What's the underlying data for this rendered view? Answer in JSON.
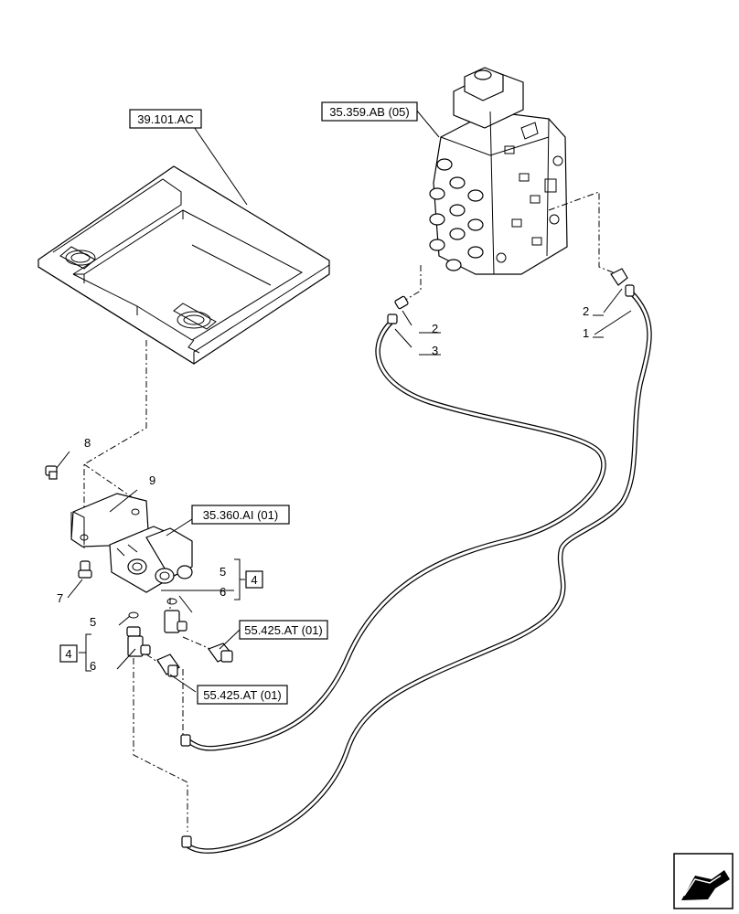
{
  "refs": {
    "seat_base": "39.101.AC",
    "control_valve": "35.359.AB (05)",
    "pilot_block": "35.360.AI (01)",
    "sensor_upper": "55.425.AT (01)",
    "sensor_lower": "55.425.AT (01)"
  },
  "kit_label": "4",
  "items": {
    "n1": "1",
    "n2_left": "2",
    "n2_right": "2",
    "n3": "3",
    "n5_upper": "5",
    "n5_lower": "5",
    "n6_upper": "6",
    "n6_lower": "6",
    "n7": "7",
    "n8": "8",
    "n9": "9"
  },
  "icons": {
    "nav": "previous-page-arrow-icon"
  }
}
